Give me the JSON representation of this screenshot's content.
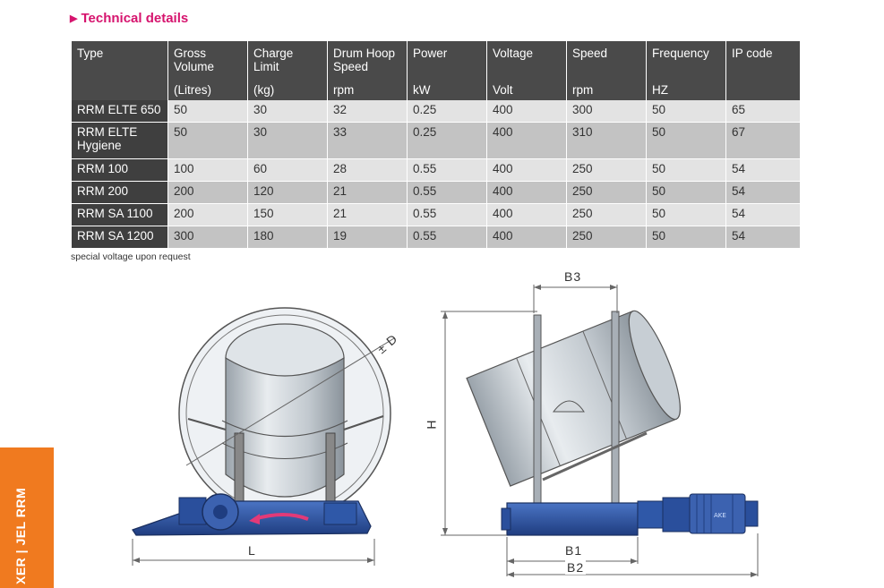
{
  "header": {
    "title": "Technical details",
    "arrow_glyph": "▶"
  },
  "table": {
    "columns": [
      {
        "label": "Type",
        "unit": ""
      },
      {
        "label": "Gross Volume",
        "unit": "(Litres)"
      },
      {
        "label": "Charge Limit",
        "unit": "(kg)"
      },
      {
        "label": "Drum Hoop Speed",
        "unit": "rpm"
      },
      {
        "label": "Power",
        "unit": "kW"
      },
      {
        "label": "Voltage",
        "unit": "Volt"
      },
      {
        "label": "Speed",
        "unit": "rpm"
      },
      {
        "label": "Frequency",
        "unit": "HZ"
      },
      {
        "label": "IP code",
        "unit": ""
      }
    ],
    "rows": [
      [
        "RRM ELTE 650",
        "50",
        "30",
        "32",
        "0.25",
        "400",
        "300",
        "50",
        "65"
      ],
      [
        "RRM ELTE Hygiene",
        "50",
        "30",
        "33",
        "0.25",
        "400",
        "310",
        "50",
        "67"
      ],
      [
        "RRM 100",
        "100",
        "60",
        "28",
        "0.55",
        "400",
        "250",
        "50",
        "54"
      ],
      [
        "RRM 200",
        "200",
        "120",
        "21",
        "0.55",
        "400",
        "250",
        "50",
        "54"
      ],
      [
        "RRM SA 1100",
        "200",
        "150",
        "21",
        "0.55",
        "400",
        "250",
        "50",
        "54"
      ],
      [
        "RRM SA 1200",
        "300",
        "180",
        "19",
        "0.55",
        "400",
        "250",
        "50",
        "54"
      ]
    ]
  },
  "note": "special voltage upon request",
  "side_tab": {
    "text": "XER | JEL RRM"
  },
  "drawing_left": {
    "dim_l": "L",
    "dim_d": "± D"
  },
  "drawing_right": {
    "dim_b3": "B3",
    "dim_h": "H",
    "dim_b1": "B1",
    "dim_b2": "B2",
    "motor_label": "AKE"
  },
  "colors": {
    "accent": "#d6146e",
    "tab": "#f07a1f",
    "machine_blue": "#2a4f9c",
    "header_gray": "#4a4a4a"
  }
}
